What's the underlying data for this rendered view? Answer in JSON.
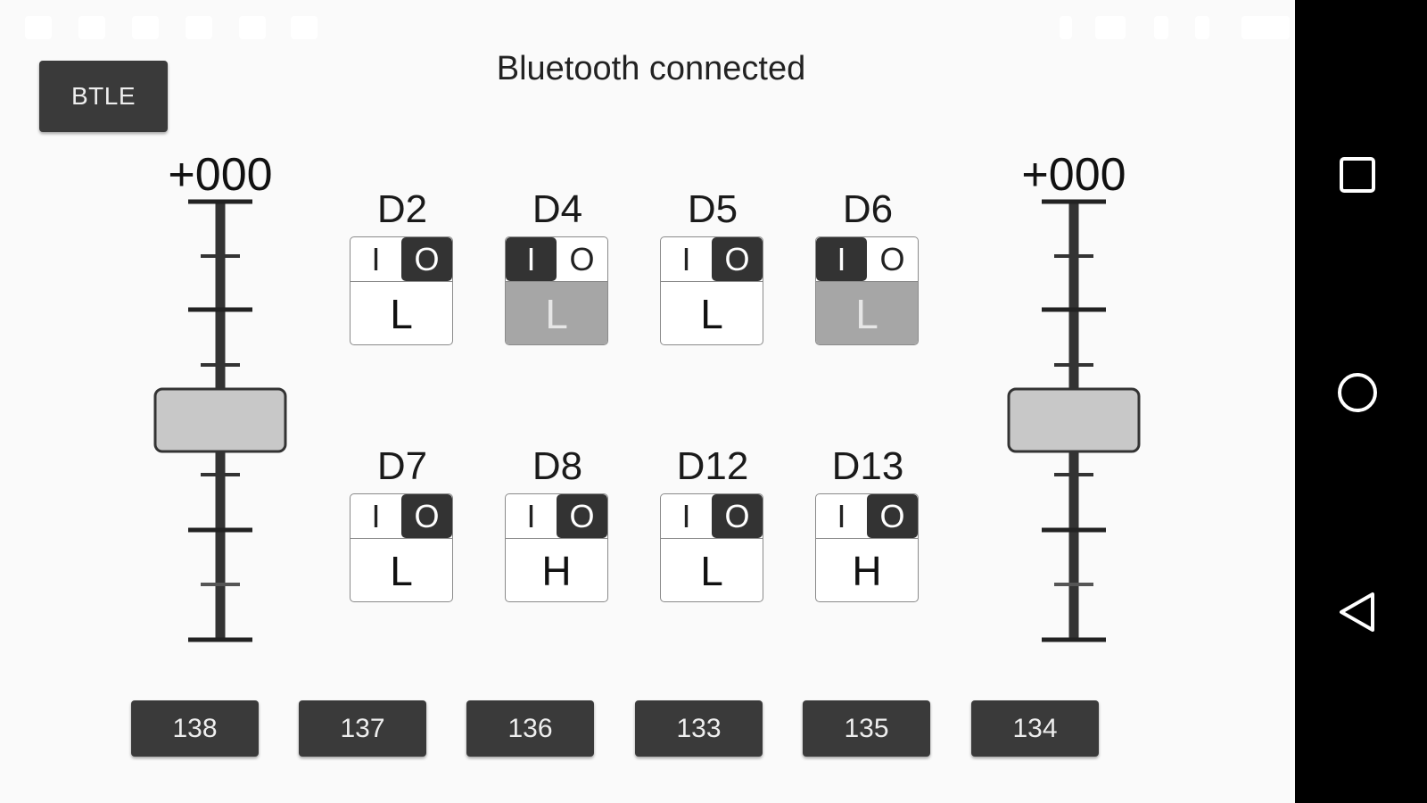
{
  "header": {
    "btle_button_label": "BTLE",
    "status": "Bluetooth connected"
  },
  "sliders": {
    "left": {
      "readout": "+000",
      "value": 0,
      "range": [
        -100,
        100
      ]
    },
    "right": {
      "readout": "+000",
      "value": 0,
      "range": [
        -100,
        100
      ]
    }
  },
  "pins": [
    {
      "name": "D2",
      "in_label": "I",
      "out_label": "O",
      "mode": "output",
      "level": "L",
      "level_enabled": true
    },
    {
      "name": "D4",
      "in_label": "I",
      "out_label": "O",
      "mode": "input",
      "level": "L",
      "level_enabled": false
    },
    {
      "name": "D5",
      "in_label": "I",
      "out_label": "O",
      "mode": "output",
      "level": "L",
      "level_enabled": true
    },
    {
      "name": "D6",
      "in_label": "I",
      "out_label": "O",
      "mode": "input",
      "level": "L",
      "level_enabled": false
    },
    {
      "name": "D7",
      "in_label": "I",
      "out_label": "O",
      "mode": "output",
      "level": "L",
      "level_enabled": true
    },
    {
      "name": "D8",
      "in_label": "I",
      "out_label": "O",
      "mode": "output",
      "level": "H",
      "level_enabled": true
    },
    {
      "name": "D12",
      "in_label": "I",
      "out_label": "O",
      "mode": "output",
      "level": "L",
      "level_enabled": true
    },
    {
      "name": "D13",
      "in_label": "I",
      "out_label": "O",
      "mode": "output",
      "level": "H",
      "level_enabled": true
    }
  ],
  "bottom_buttons": [
    "138",
    "137",
    "136",
    "133",
    "135",
    "134"
  ],
  "navbar": {
    "items": [
      {
        "icon": "recents-square-icon"
      },
      {
        "icon": "home-circle-icon"
      },
      {
        "icon": "back-triangle-icon"
      }
    ]
  },
  "colors": {
    "background": "#fafafa",
    "button_dark": "#3a3a3a",
    "selected_cell": "#333333",
    "disabled_level": "#a6a6a6",
    "slider_thumb": "#c8c8c8",
    "navbar": "#000000"
  }
}
